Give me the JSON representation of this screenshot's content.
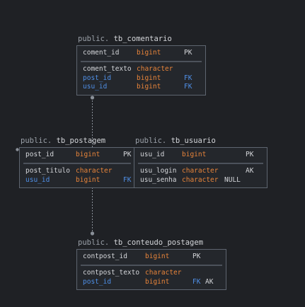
{
  "colors": {
    "background": "#1f2125",
    "table_fill": "#24272c",
    "table_border": "#5e6570",
    "column_text": "#d4d6da",
    "schema_text": "#9aa0a8",
    "type_text": "#e8843a",
    "foreign_key_text": "#4f8fe6",
    "connector": "#8a9099"
  },
  "tables": {
    "tb_comentario": {
      "schema": "public.",
      "name": "tb_comentario",
      "columns": [
        {
          "name": "coment_id",
          "type": "bigint",
          "key": "PK",
          "key2": "",
          "null": ""
        },
        {
          "name": "coment_texto",
          "type": "character",
          "key": "",
          "key2": "",
          "null": ""
        },
        {
          "name": "post_id",
          "type": "bigint",
          "key": "FK",
          "key2": "",
          "null": ""
        },
        {
          "name": "usu_id",
          "type": "bigint",
          "key": "FK",
          "key2": "",
          "null": ""
        }
      ]
    },
    "tb_postagem": {
      "schema": "public.",
      "name": "tb_postagem",
      "columns": [
        {
          "name": "post_id",
          "type": "bigint",
          "key": "PK",
          "key2": "",
          "null": ""
        },
        {
          "name": "post_titulo",
          "type": "character",
          "key": "",
          "key2": "",
          "null": ""
        },
        {
          "name": "usu_id",
          "type": "bigint",
          "key": "FK",
          "key2": "",
          "null": ""
        }
      ]
    },
    "tb_usuario": {
      "schema": "public.",
      "name": "tb_usuario",
      "columns": [
        {
          "name": "usu_id",
          "type": "bigint",
          "key": "PK",
          "key2": "",
          "null": ""
        },
        {
          "name": "usu_login",
          "type": "character",
          "key": "AK",
          "key2": "",
          "null": ""
        },
        {
          "name": "usu_senha",
          "type": "character",
          "key": "",
          "key2": "",
          "null": "NULL"
        }
      ]
    },
    "tb_conteudo_postagem": {
      "schema": "public.",
      "name": "tb_conteudo_postagem",
      "columns": [
        {
          "name": "contpost_id",
          "type": "bigint",
          "key": "PK",
          "key2": "",
          "null": ""
        },
        {
          "name": "contpost_texto",
          "type": "character",
          "key": "",
          "key2": "",
          "null": ""
        },
        {
          "name": "post_id",
          "type": "bigint",
          "key": "FK",
          "key2": "AK",
          "null": ""
        }
      ]
    }
  }
}
